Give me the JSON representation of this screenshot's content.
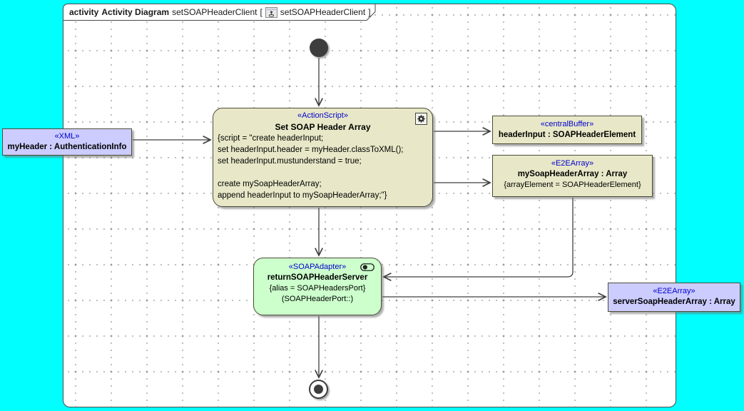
{
  "window": {
    "tab": {
      "keyword": "activity",
      "diagram_type": "Activity Diagram",
      "diagram_name": "setSOAPHeaderClient",
      "bracket_open": "[",
      "bracket_close": "]",
      "ref_name": "setSOAPHeaderClient",
      "icon": "activity-diagram-icon"
    }
  },
  "nodes": {
    "action": {
      "stereotype": "«ActionScript»",
      "name": "Set SOAP Header Array",
      "body_lines": [
        "{script = \"create headerInput;",
        "set headerInput.header = myHeader.classToXML();",
        "set headerInput.mustunderstand = true;",
        "",
        "create mySoapHeaderArray;",
        "append headerInput to mySoapHeaderArray;\"}"
      ],
      "corner_icon": "gear-icon"
    },
    "xml_object": {
      "stereotype": "«XML»",
      "name": "myHeader : AuthenticationInfo"
    },
    "central_buffer": {
      "stereotype": "«centralBuffer»",
      "name": "headerInput : SOAPHeaderElement"
    },
    "e2e_array": {
      "stereotype": "«E2EArray»",
      "name": "mySoapHeaderArray : Array",
      "constraint": "{arrayElement = SOAPHeaderElement}"
    },
    "soap_adapter": {
      "stereotype": "«SOAPAdapter»",
      "name": "returnSOAPHeaderServer",
      "constraint": "{alias = SOAPHeadersPort}",
      "port": "(SOAPHeaderPort::)",
      "corner_icon": "toggle-pill-icon"
    },
    "server_array": {
      "stereotype": "«E2EArray»",
      "name": "serverSoapHeaderArray : Array"
    }
  },
  "colors": {
    "canvas_background": "#00FFFF",
    "diagram_background": "#FFFFFF",
    "node_beige": "#E8E8C8",
    "node_lavender": "#CCCCFF",
    "node_green": "#CCFFCC",
    "stereotype_blue": "#0000CD",
    "node_border": "#4C4C38",
    "edge_color": "#3F3F3F"
  }
}
